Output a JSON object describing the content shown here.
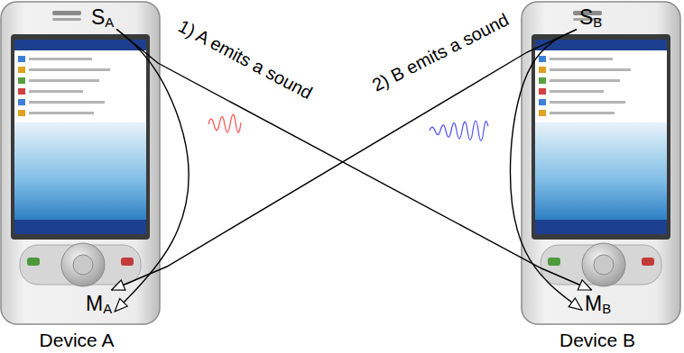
{
  "diagram": {
    "nodes": [
      {
        "text": [
          "Device A"
        ]
      },
      {
        "text": [
          "SA"
        ],
        "in": 0
      },
      {
        "text": [
          "MA"
        ],
        "in": 0
      },
      {
        "text": [
          "Device B"
        ]
      },
      {
        "text": [
          "SB"
        ],
        "in": 3
      },
      {
        "text": [
          "MB"
        ],
        "in": 3
      }
    ],
    "edges": [
      {
        "from": 1,
        "to": 2,
        "arrow": "to"
      },
      {
        "from": 1,
        "to": 5,
        "label": "1) A emits a sound",
        "arrow": "to"
      },
      {
        "from": 4,
        "to": 2,
        "label": "2) B emits a sound",
        "arrow": "to"
      },
      {
        "from": 4,
        "to": 5,
        "arrow": "to"
      }
    ]
  }
}
